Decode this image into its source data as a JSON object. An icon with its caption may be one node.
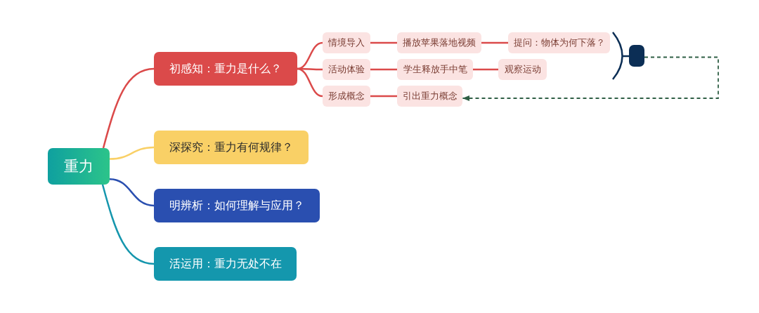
{
  "diagram": {
    "nodes": [
      {
        "text": [
          "重力"
        ]
      },
      {
        "text": [
          "初感知：重力是什么？"
        ]
      },
      {
        "text": [
          "情境导入"
        ]
      },
      {
        "text": [
          "播放苹果落地视频"
        ]
      },
      {
        "text": [
          "提问：物体为何下落？"
        ]
      },
      {
        "text": [
          "活动体验"
        ]
      },
      {
        "text": [
          "学生释放手中笔"
        ]
      },
      {
        "text": [
          "观察运动"
        ]
      },
      {
        "text": [
          "形成概念"
        ]
      },
      {
        "text": [
          "引出重力概念"
        ]
      },
      {
        "text": [],
        "shape": "box"
      },
      {
        "text": [
          "深探究：重力有何规律？"
        ]
      },
      {
        "text": [
          "明辨析：如何理解与应用？"
        ]
      },
      {
        "text": [
          "活运用：重力无处不在"
        ]
      }
    ],
    "edges": [
      {
        "from": 0,
        "to": 1,
        "arrow": "none"
      },
      {
        "from": 1,
        "to": 2,
        "arrow": "none"
      },
      {
        "from": 2,
        "to": 3,
        "arrow": "none"
      },
      {
        "from": 3,
        "to": 4,
        "arrow": "none"
      },
      {
        "from": 1,
        "to": 5,
        "arrow": "none"
      },
      {
        "from": 5,
        "to": 6,
        "arrow": "none"
      },
      {
        "from": 6,
        "to": 7,
        "arrow": "none"
      },
      {
        "from": 1,
        "to": 8,
        "arrow": "none"
      },
      {
        "from": 8,
        "to": 9,
        "arrow": "none"
      },
      {
        "from": 10,
        "to": 9,
        "arrow": "to",
        "style": "dashed",
        "color": "#2f5f45"
      },
      {
        "from": 0,
        "to": 11,
        "arrow": "none",
        "color": "#f9d066"
      },
      {
        "from": 0,
        "to": 12,
        "arrow": "none",
        "color": "#2a4fb0"
      },
      {
        "from": 0,
        "to": 13,
        "arrow": "none",
        "color": "#1596ad"
      }
    ]
  }
}
